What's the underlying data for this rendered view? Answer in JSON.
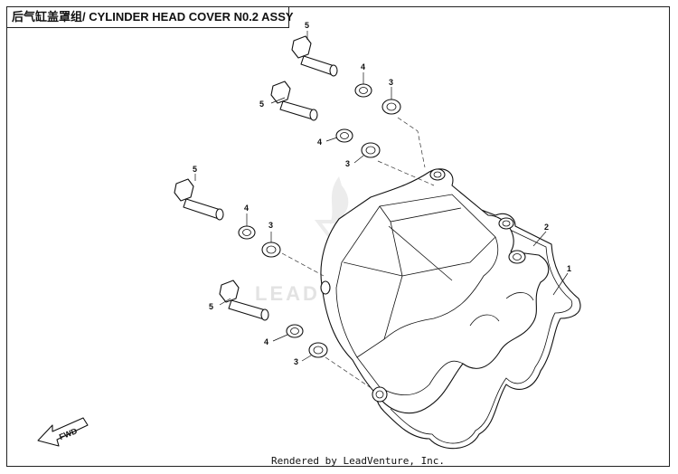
{
  "title": "后气缸盖罩组/ CYLINDER HEAD COVER N0.2 ASSY",
  "watermark": "LEADVENTURE",
  "footer": "Rendered by LeadVenture, Inc.",
  "fwd_label": "FWD",
  "callouts": {
    "c1": "1",
    "c2": "2",
    "c3a": "3",
    "c3b": "3",
    "c3c": "3",
    "c3d": "3",
    "c4a": "4",
    "c4b": "4",
    "c4c": "4",
    "c4d": "4",
    "c5a": "5",
    "c5b": "5",
    "c5c": "5",
    "c5d": "5"
  }
}
